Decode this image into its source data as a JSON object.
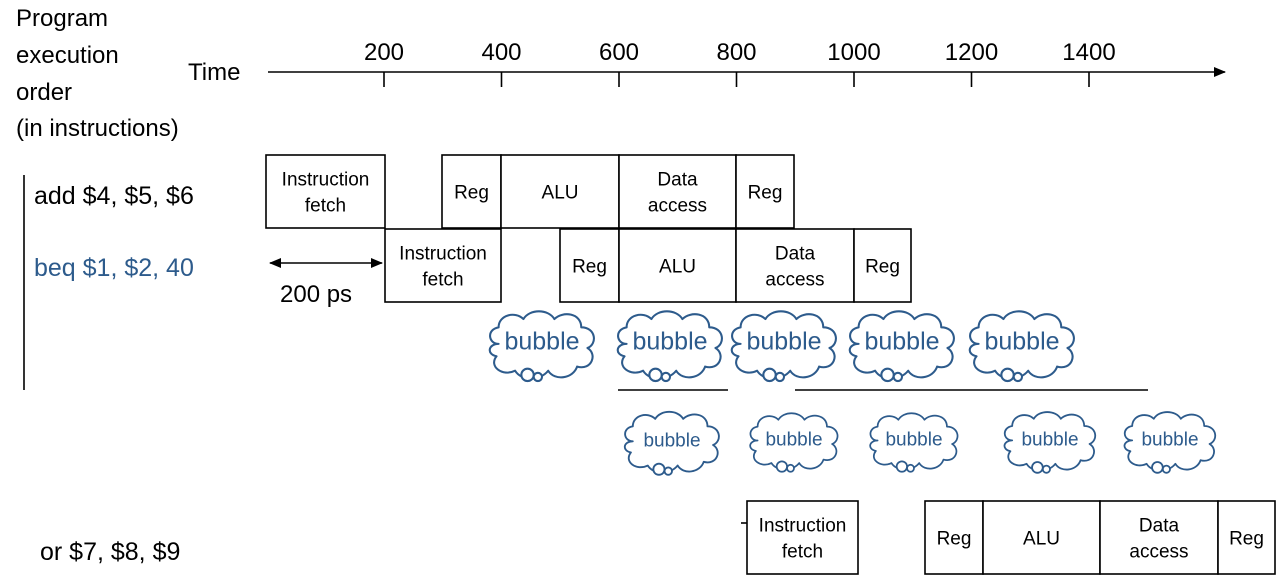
{
  "header": {
    "program_order": [
      "Program",
      "execution",
      "order",
      "(in instructions)"
    ],
    "time_label": "Time"
  },
  "time_axis": {
    "ticks": [
      200,
      400,
      600,
      800,
      1000,
      1200,
      1400
    ]
  },
  "instructions": [
    {
      "label": "add $4, $5, $6",
      "color": "#000000"
    },
    {
      "label": "beq $1, $2, 40",
      "color": "#2d5b8c"
    },
    {
      "label": "or $7, $8, $9",
      "color": "#000000"
    }
  ],
  "pipeline_rows": [
    {
      "stages": [
        {
          "lines": [
            "Instruction",
            "fetch"
          ]
        },
        {
          "lines": [
            "Reg"
          ]
        },
        {
          "lines": [
            "ALU"
          ]
        },
        {
          "lines": [
            "Data",
            "access"
          ]
        },
        {
          "lines": [
            "Reg"
          ]
        }
      ]
    },
    {
      "stages": [
        {
          "lines": [
            "Instruction",
            "fetch"
          ]
        },
        {
          "lines": [
            "Reg"
          ]
        },
        {
          "lines": [
            "ALU"
          ]
        },
        {
          "lines": [
            "Data",
            "access"
          ]
        },
        {
          "lines": [
            "Reg"
          ]
        }
      ]
    },
    {
      "stages": [
        {
          "lines": [
            "Instruction",
            "fetch"
          ]
        },
        {
          "lines": [
            "Reg"
          ]
        },
        {
          "lines": [
            "ALU"
          ]
        },
        {
          "lines": [
            "Data",
            "access"
          ]
        },
        {
          "lines": [
            "Reg"
          ]
        }
      ]
    }
  ],
  "interval": {
    "label": "200 ps"
  },
  "bubbles": {
    "label": "bubble",
    "row1_count": 5,
    "row2_count": 5
  },
  "colors": {
    "accent": "#2d5b8c"
  }
}
